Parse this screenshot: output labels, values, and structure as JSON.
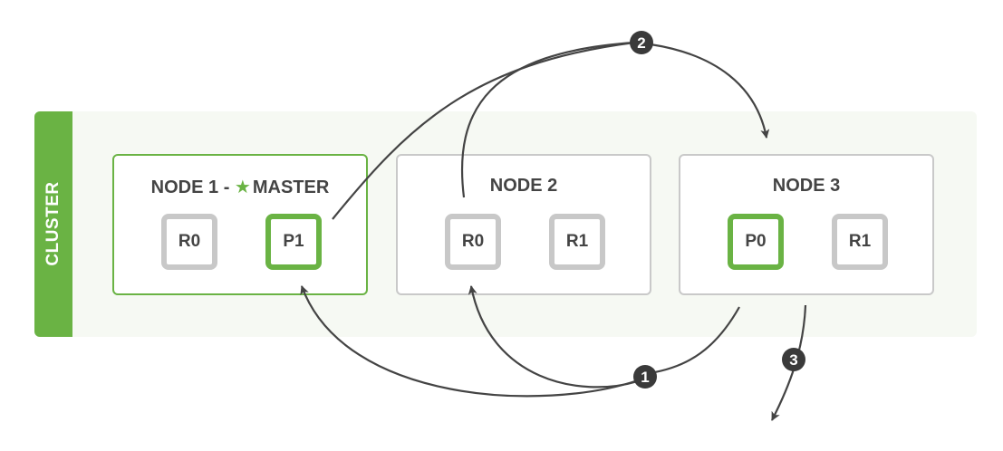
{
  "cluster": {
    "label": "CLUSTER"
  },
  "nodes": [
    {
      "title": "NODE 1 - ",
      "master_label": "MASTER",
      "shards": [
        "R0",
        "P1"
      ]
    },
    {
      "title": "NODE 2",
      "shards": [
        "R0",
        "R1"
      ]
    },
    {
      "title": "NODE 3",
      "shards": [
        "P0",
        "R1"
      ]
    }
  ],
  "steps": [
    "1",
    "2",
    "3"
  ],
  "colors": {
    "accent": "#6ab344",
    "replica_border": "#c8c8c8",
    "arrow": "#444444"
  },
  "icons": {
    "master": "star-icon"
  }
}
